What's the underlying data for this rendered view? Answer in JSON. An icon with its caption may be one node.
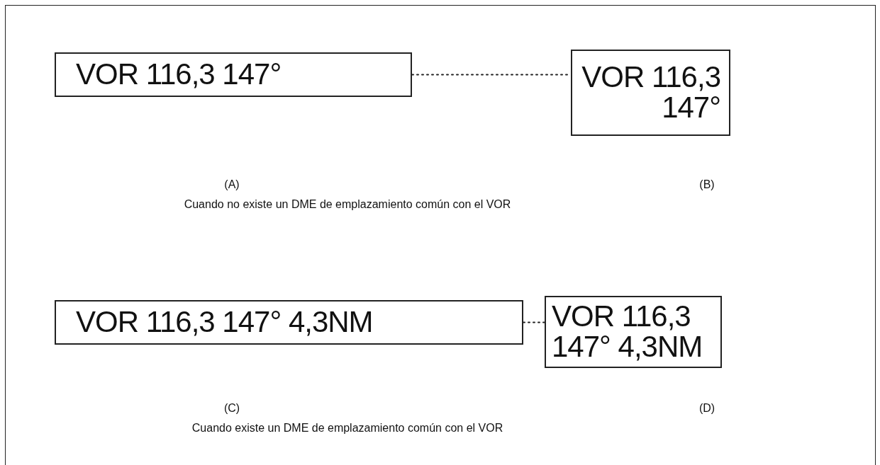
{
  "diagram": {
    "nodes": [
      {
        "text": [
          "VOR 116,3 147°"
        ]
      },
      {
        "text": [
          "VOR 116,3 147°"
        ]
      },
      {
        "text": [
          "VOR 116,3 147° 4,3NM"
        ]
      },
      {
        "text": [
          "VOR 116,3 147° 4,3NM"
        ]
      }
    ],
    "edges": [
      {
        "from": 0,
        "to": 1,
        "arrow": "none",
        "style": "dashed"
      },
      {
        "from": 2,
        "to": 3,
        "arrow": "none",
        "style": "dashed"
      }
    ],
    "labels": [
      "(A)",
      "(B)",
      "Cuando no existe un DME de emplazamiento común con el VOR",
      "(C)",
      "(D)",
      "Cuando existe un DME de emplazamiento común con el VOR"
    ]
  }
}
